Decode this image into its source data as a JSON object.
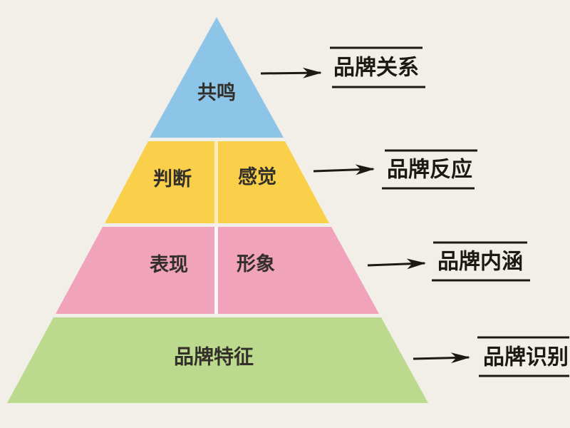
{
  "colors": {
    "background": "#F2EFE8",
    "level_resonance": "#8CC5E8",
    "level_judgments": "#FAD04B",
    "level_performance": "#F0A3BB",
    "level_salience": "#BCDA8D",
    "divider": "#FFFFFF",
    "pyramid_text": "#33302B",
    "annotation_text": "#1C1914",
    "arrow": "#1C1914"
  },
  "pyramid": {
    "level1": {
      "label": "共鸣"
    },
    "level2": {
      "left_label": "判断",
      "right_label": "感觉"
    },
    "level3": {
      "left_label": "表现",
      "right_label": "形象"
    },
    "level4": {
      "label": "品牌特征"
    }
  },
  "annotations": {
    "level1": {
      "label": "品牌关系"
    },
    "level2": {
      "label": "品牌反应"
    },
    "level3": {
      "label": "品牌内涵"
    },
    "level4": {
      "label": "品牌识别"
    }
  }
}
